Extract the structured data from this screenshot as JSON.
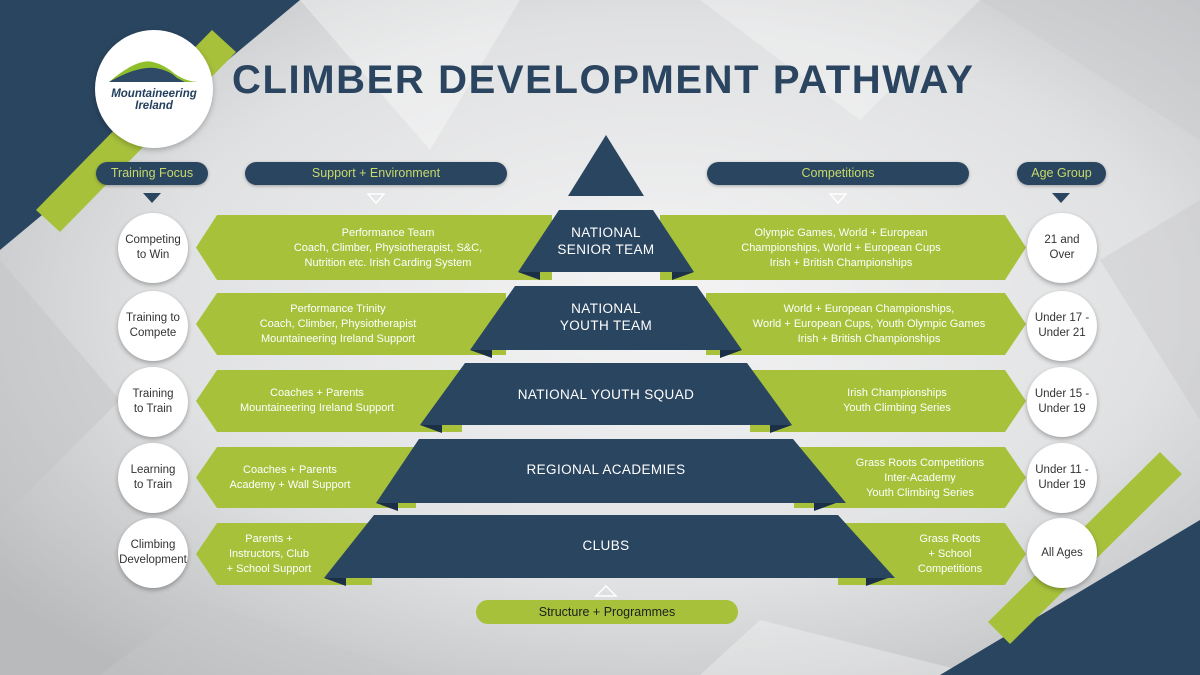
{
  "title": "CLIMBER DEVELOPMENT PATHWAY",
  "logo": {
    "line1": "Mountaineering",
    "line2": "Ireland"
  },
  "headers": {
    "training_focus": "Training Focus",
    "support": "Support + Environment",
    "competitions": "Competitions",
    "age_group": "Age Group"
  },
  "tiers": [
    {
      "name_line1": "NATIONAL",
      "name_line2": "SENIOR TEAM",
      "focus": [
        "Competing",
        "to Win"
      ],
      "support": [
        "Performance Team",
        "Coach, Climber, Physiotherapist, S&C,",
        "Nutrition etc. Irish Carding System"
      ],
      "competitions": [
        "Olympic Games, World + European",
        "Championships, World + European Cups",
        "Irish + British Championships"
      ],
      "age": [
        "21 and",
        "Over"
      ]
    },
    {
      "name_line1": "NATIONAL",
      "name_line2": "YOUTH TEAM",
      "focus": [
        "Training to",
        "Compete"
      ],
      "support": [
        "Performance Trinity",
        "Coach, Climber, Physiotherapist",
        "Mountaineering Ireland Support"
      ],
      "competitions": [
        "World + European Championships,",
        "World + European Cups, Youth Olympic Games",
        "Irish + British Championships"
      ],
      "age": [
        "Under 17 -",
        "Under 21"
      ]
    },
    {
      "name_line1": "NATIONAL YOUTH SQUAD",
      "name_line2": "",
      "focus": [
        "Training",
        "to Train"
      ],
      "support": [
        "Coaches + Parents",
        "Mountaineering Ireland Support"
      ],
      "competitions": [
        "Irish Championships",
        "Youth Climbing Series"
      ],
      "age": [
        "Under 15 -",
        "Under 19"
      ]
    },
    {
      "name_line1": "REGIONAL ACADEMIES",
      "name_line2": "",
      "focus": [
        "Learning",
        "to Train"
      ],
      "support": [
        "Coaches + Parents",
        "Academy + Wall Support"
      ],
      "competitions": [
        "Grass Roots Competitions",
        "Inter-Academy",
        "Youth Climbing Series"
      ],
      "age": [
        "Under 11 -",
        "Under 19"
      ]
    },
    {
      "name_line1": "CLUBS",
      "name_line2": "",
      "focus": [
        "Climbing",
        "Development"
      ],
      "support": [
        "Parents +",
        "Instructors, Club",
        "+ School Support"
      ],
      "competitions": [
        "Grass Roots",
        "+ School",
        "Competitions"
      ],
      "age": [
        "All Ages"
      ]
    }
  ],
  "footer": "Structure + Programmes",
  "colors": {
    "navy": "#2a4560",
    "green": "#a7c13b",
    "white": "#ffffff",
    "accent_text": "#c7d96b"
  }
}
